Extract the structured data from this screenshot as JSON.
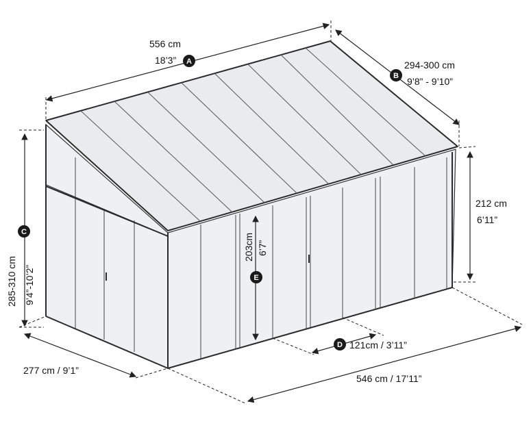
{
  "dimensions": {
    "a": {
      "badge": "A",
      "metric": "556 cm",
      "imperial": "18’3”"
    },
    "b": {
      "badge": "B",
      "metric": "294-300 cm",
      "imperial": "9’8” - 9’10”"
    },
    "c": {
      "badge": "C",
      "metric": "285-310 cm",
      "imperial": "9’4”-10’2”"
    },
    "d": {
      "badge": "D",
      "text": "121cm / 3’11”"
    },
    "e": {
      "badge": "E",
      "metric": "203cm",
      "imperial": "6’7”"
    },
    "side_height": {
      "metric": "212 cm",
      "imperial": "6’11”"
    },
    "depth_base": {
      "text": "277 cm / 9’1”"
    },
    "width_base": {
      "text": "546 cm / 17’11”"
    }
  }
}
